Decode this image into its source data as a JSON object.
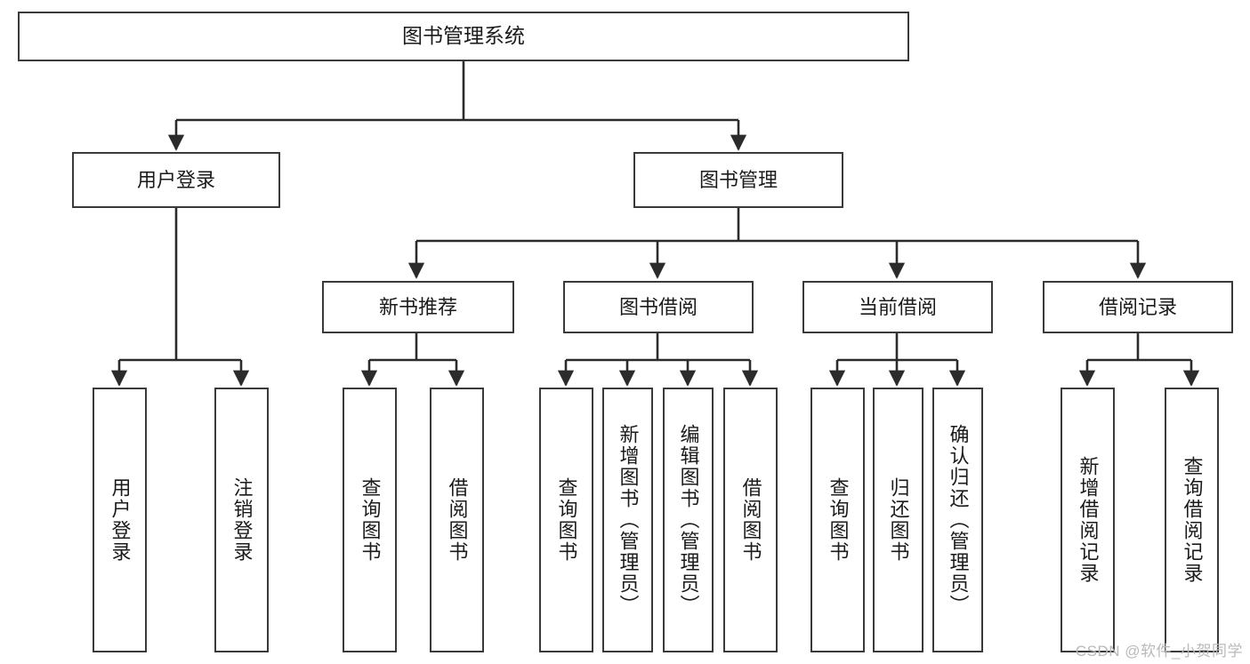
{
  "diagram": {
    "title": "图书管理系统",
    "type": "tree",
    "watermark": "CSDN @软件_小贺同学",
    "colors": {
      "background": "#ffffff",
      "box_border": "#3a3a3a",
      "box_fill": "#ffffff",
      "connector": "#2b2b2b",
      "text": "#1b1b1b",
      "watermark": "#b9b9b9"
    },
    "nodes": {
      "root": {
        "label": "图书管理系统",
        "orientation": "horizontal"
      },
      "level2": [
        {
          "id": "user-login",
          "label": "用户登录",
          "orientation": "horizontal"
        },
        {
          "id": "book-manage",
          "label": "图书管理",
          "orientation": "horizontal"
        }
      ],
      "level3": [
        {
          "id": "new-book-recommend",
          "label": "新书推荐",
          "orientation": "horizontal"
        },
        {
          "id": "book-borrow",
          "label": "图书借阅",
          "orientation": "horizontal"
        },
        {
          "id": "current-borrow",
          "label": "当前借阅",
          "orientation": "horizontal"
        },
        {
          "id": "borrow-record",
          "label": "借阅记录",
          "orientation": "horizontal"
        }
      ],
      "leaves": [
        {
          "id": "leaf-user-login",
          "label": "用户登录",
          "parent": "user-login",
          "orientation": "vertical"
        },
        {
          "id": "leaf-user-logout",
          "label": "注销登录",
          "parent": "user-login",
          "orientation": "vertical"
        },
        {
          "id": "leaf-query-book-1",
          "label": "查询图书",
          "parent": "new-book-recommend",
          "orientation": "vertical"
        },
        {
          "id": "leaf-borrow-book-1",
          "label": "借阅图书",
          "parent": "new-book-recommend",
          "orientation": "vertical"
        },
        {
          "id": "leaf-query-book-2",
          "label": "查询图书",
          "parent": "book-borrow",
          "orientation": "vertical"
        },
        {
          "id": "leaf-add-book",
          "label": "新增图书（管理员）",
          "parent": "book-borrow",
          "orientation": "vertical"
        },
        {
          "id": "leaf-edit-book",
          "label": "编辑图书（管理员）",
          "parent": "book-borrow",
          "orientation": "vertical"
        },
        {
          "id": "leaf-borrow-book-2",
          "label": "借阅图书",
          "parent": "book-borrow",
          "orientation": "vertical"
        },
        {
          "id": "leaf-query-book-3",
          "label": "查询图书",
          "parent": "current-borrow",
          "orientation": "vertical"
        },
        {
          "id": "leaf-return-book",
          "label": "归还图书",
          "parent": "current-borrow",
          "orientation": "vertical"
        },
        {
          "id": "leaf-confirm-return",
          "label": "确认归还（管理员）",
          "parent": "current-borrow",
          "orientation": "vertical"
        },
        {
          "id": "leaf-add-record",
          "label": "新增借阅记录",
          "parent": "borrow-record",
          "orientation": "vertical"
        },
        {
          "id": "leaf-query-record",
          "label": "查询借阅记录",
          "parent": "borrow-record",
          "orientation": "vertical"
        }
      ]
    },
    "edges": [
      {
        "from": "图书管理系统",
        "to": "用户登录"
      },
      {
        "from": "图书管理系统",
        "to": "图书管理"
      },
      {
        "from": "图书管理",
        "to": "新书推荐"
      },
      {
        "from": "图书管理",
        "to": "图书借阅"
      },
      {
        "from": "图书管理",
        "to": "当前借阅"
      },
      {
        "from": "图书管理",
        "to": "借阅记录"
      },
      {
        "from": "用户登录",
        "to": "用户登录"
      },
      {
        "from": "用户登录",
        "to": "注销登录"
      },
      {
        "from": "新书推荐",
        "to": "查询图书"
      },
      {
        "from": "新书推荐",
        "to": "借阅图书"
      },
      {
        "from": "图书借阅",
        "to": "查询图书"
      },
      {
        "from": "图书借阅",
        "to": "新增图书（管理员）"
      },
      {
        "from": "图书借阅",
        "to": "编辑图书（管理员）"
      },
      {
        "from": "图书借阅",
        "to": "借阅图书"
      },
      {
        "from": "当前借阅",
        "to": "查询图书"
      },
      {
        "from": "当前借阅",
        "to": "归还图书"
      },
      {
        "from": "当前借阅",
        "to": "确认归还（管理员）"
      },
      {
        "from": "借阅记录",
        "to": "新增借阅记录"
      },
      {
        "from": "借阅记录",
        "to": "查询借阅记录"
      }
    ]
  }
}
